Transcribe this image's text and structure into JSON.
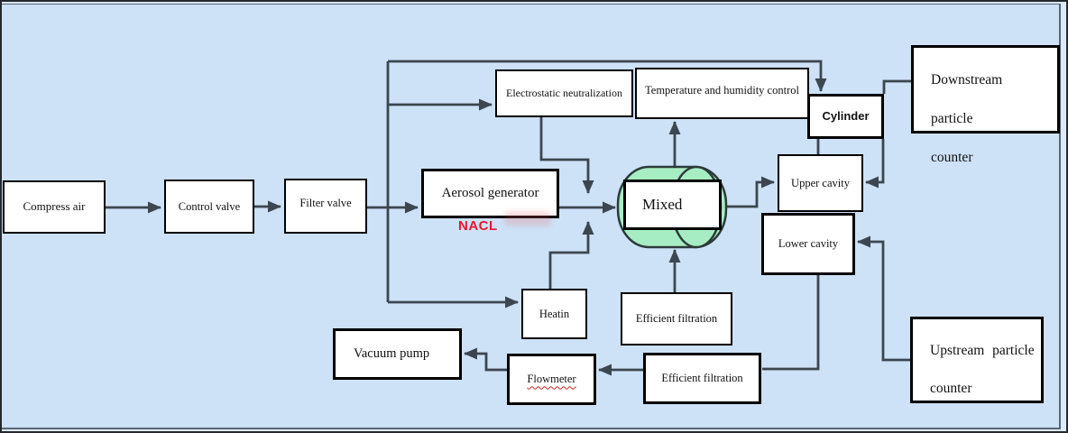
{
  "diagram": {
    "colors": {
      "background": "#cde1f7",
      "line": "#3c4650",
      "box_fill": "#ffffff",
      "box_border": "#000000",
      "mixer_fill": "#a7edc3",
      "nacl_red": "#e8192c"
    },
    "nodes": {
      "compress_air": {
        "label": "Compress air"
      },
      "control_valve": {
        "label": "Control valve"
      },
      "filter_valve": {
        "label": "Filter valve"
      },
      "aerosol_generator": {
        "label": "Aerosol generator"
      },
      "nacl_note": {
        "label": "NACL"
      },
      "electrostatic": {
        "label": "Electrostatic neutralization"
      },
      "temp_humidity": {
        "label": "Temperature and humidity control"
      },
      "cylinder": {
        "label": "Cylinder"
      },
      "downstream_counter": {
        "line1": "Downstream particle",
        "line2": "counter"
      },
      "mixed": {
        "label": "Mixed"
      },
      "upper_cavity": {
        "label": "Upper cavity"
      },
      "lower_cavity": {
        "label": "Lower cavity"
      },
      "heating": {
        "label": "Heatin"
      },
      "efficient_filtration_supply": {
        "label": "Efficient filtration"
      },
      "vacuum_pump": {
        "label": "Vacuum pump"
      },
      "flowmeter": {
        "label": "Flowmeter"
      },
      "efficient_filtration_exhaust": {
        "label": "Efficient filtration"
      },
      "upstream_counter": {
        "line1": "Upstream particle",
        "line2": "counter"
      }
    },
    "edges": [
      "Compress air → Control valve",
      "Control valve → Filter valve",
      "Filter valve → Aerosol generator",
      "Filter valve → Electrostatic neutralization",
      "Filter valve → Cylinder",
      "Filter valve → Heatin",
      "Electrostatic neutralization → Mixed",
      "Heatin → Mixed",
      "Aerosol generator → Mixed",
      "Mixed → Temperature and humidity control",
      "Efficient filtration (supply) → Mixed",
      "Mixed → Upper cavity",
      "Cylinder → Upper cavity",
      "Cylinder — Downstream particle counter",
      "Upstream particle counter → Lower cavity",
      "Lower cavity — Efficient filtration (exhaust)",
      "Efficient filtration (exhaust) → Flowmeter",
      "Flowmeter → Vacuum pump"
    ]
  }
}
